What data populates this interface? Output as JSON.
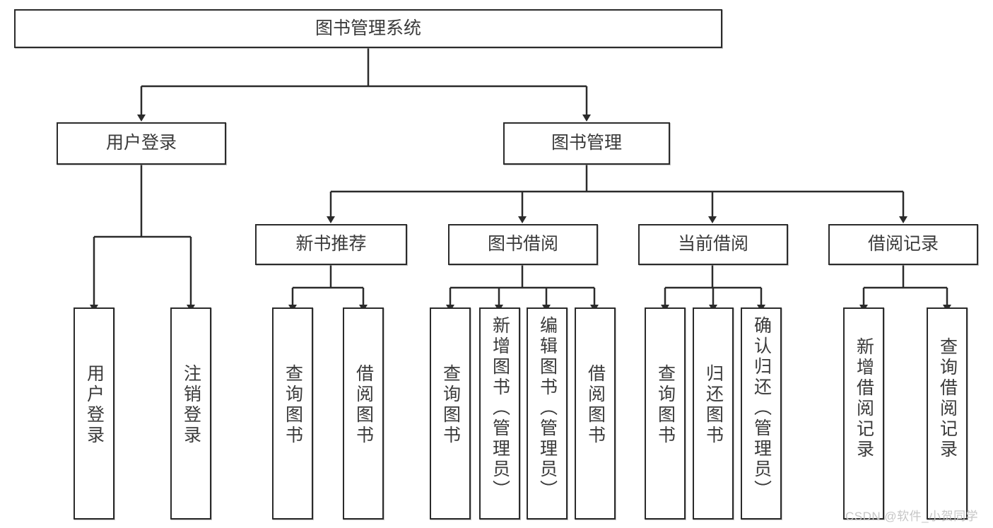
{
  "diagram": {
    "title": "图书管理系统",
    "watermark": "CSDN @软件_小贺同学",
    "stroke_color": "#2b2b2b",
    "text_color": "#3a3a3a",
    "background_color": "#ffffff",
    "watermark_color": "#c6c6c6"
  },
  "nodes": {
    "root": {
      "label": "图书管理系统"
    },
    "level2": [
      {
        "label": "用户登录"
      },
      {
        "label": "图书管理"
      }
    ],
    "level3": [
      {
        "label": "新书推荐"
      },
      {
        "label": "图书借阅"
      },
      {
        "label": "当前借阅"
      },
      {
        "label": "借阅记录"
      }
    ],
    "leaves": {
      "user_login": [
        {
          "label": "用户登录"
        },
        {
          "label": "注销登录"
        }
      ],
      "new_book_recommend": [
        {
          "label": "查询图书"
        },
        {
          "label": "借阅图书"
        }
      ],
      "book_borrow": [
        {
          "label": "查询图书"
        },
        {
          "label": "新增图书（管理员）"
        },
        {
          "label": "编辑图书（管理员）"
        },
        {
          "label": "借阅图书"
        }
      ],
      "current_borrow": [
        {
          "label": "查询图书"
        },
        {
          "label": "归还图书"
        },
        {
          "label": "确认归还（管理员）"
        }
      ],
      "borrow_record": [
        {
          "label": "新增借阅记录"
        },
        {
          "label": "查询借阅记录"
        }
      ]
    }
  }
}
